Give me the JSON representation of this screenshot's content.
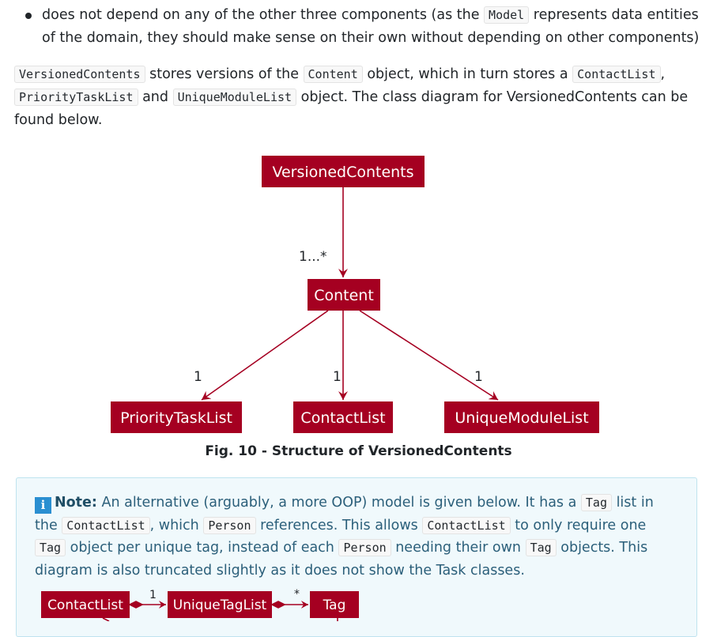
{
  "bullet": {
    "t1": "does not depend on any of the other three components (as the ",
    "c1": "Model",
    "t2": " represents data entities of the domain, they should make sense on their own without depending on other components)"
  },
  "para": {
    "c1": "VersionedContents",
    "t1": " stores versions of the ",
    "c2": "Content",
    "t2": " object, which in turn stores a ",
    "c3": "ContactList",
    "t3": ", ",
    "c4": "PriorityTaskList",
    "t4": " and ",
    "c5": "UniqueModuleList",
    "t5": " object. The class diagram for VersionedContents can be found below."
  },
  "diagram": {
    "top": "VersionedContents",
    "middle": "Content",
    "left": "PriorityTaskList",
    "center": "ContactList",
    "right": "UniqueModuleList",
    "mult_top": "1...*",
    "mult_left": "1",
    "mult_center": "1",
    "mult_right": "1",
    "color": "#a50021"
  },
  "caption": "Fig. 10 - Structure of VersionedContents",
  "note": {
    "icon": "i",
    "label": "Note:",
    "t1": " An alternative (arguably, a more OOP) model is given below. It has a ",
    "c1": "Tag",
    "t2": " list in the ",
    "c2": "ContactList",
    "t3": ", which ",
    "c3": "Person",
    "t4": " references. This allows ",
    "c4": "ContactList",
    "t5": " to only require one ",
    "c5": "Tag",
    "t6": " object per unique tag, instead of each ",
    "c6": "Person",
    "t7": " needing their own ",
    "c7": "Tag",
    "t8": " objects. This diagram is also truncated slightly as it does not show the Task classes."
  },
  "diagram2": {
    "box1": "ContactList",
    "box2": "UniqueTagList",
    "box3": "Tag",
    "mult1": "1",
    "mult2": "*"
  }
}
